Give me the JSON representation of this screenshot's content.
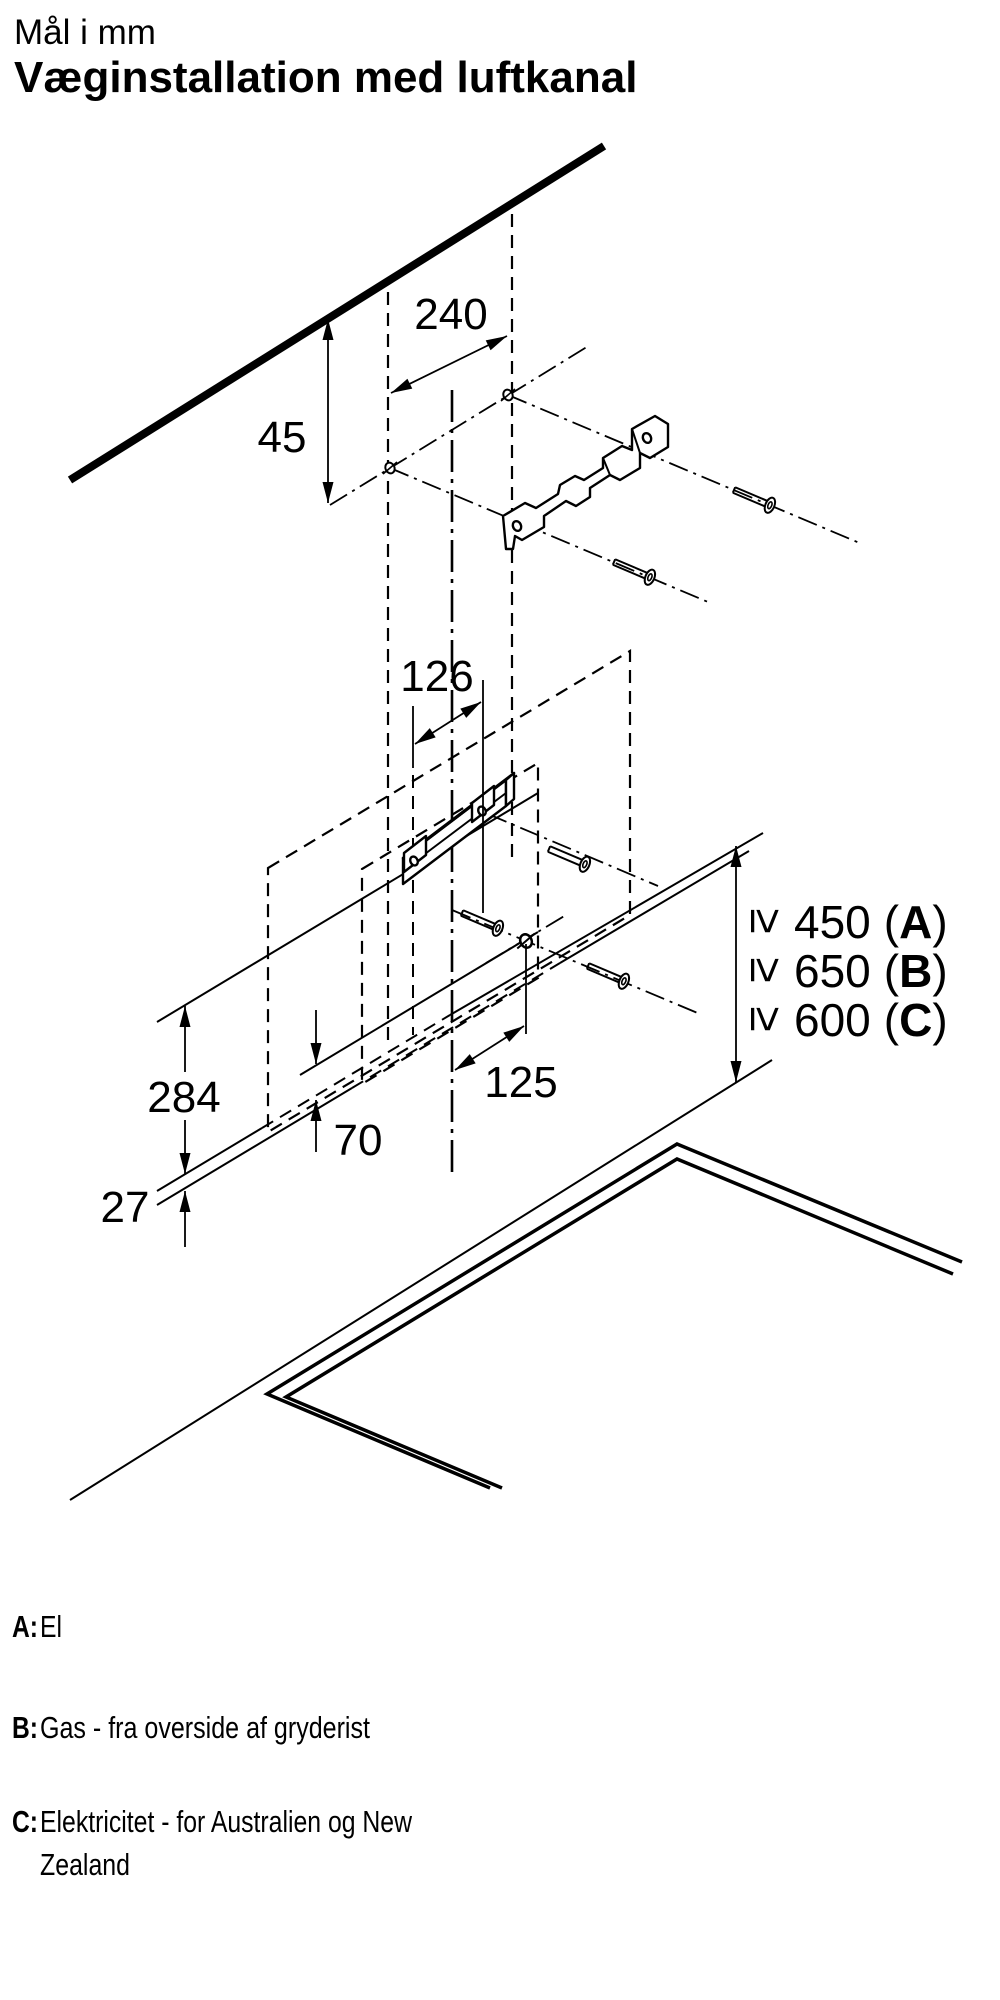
{
  "title": {
    "units_note": "Mål i mm",
    "heading": "Væginstallation med luftkanal"
  },
  "diagram": {
    "dimensions": {
      "top_hole_spacing": "240",
      "ceiling_offset": "45",
      "bracket_hole_spacing": "126",
      "duct_center_offset": "125",
      "lower_body_height": "284",
      "filter_offset": "70",
      "panel_edge_thickness": "27"
    },
    "clearances": [
      {
        "relation": "≥",
        "value": "450",
        "bracket_open": "(",
        "label": "A",
        "bracket_close": ")"
      },
      {
        "relation": "≥",
        "value": "650",
        "bracket_open": "(",
        "label": "B",
        "bracket_close": ")"
      },
      {
        "relation": "≥",
        "value": "600",
        "bracket_open": "(",
        "label": "C",
        "bracket_close": ")"
      }
    ]
  },
  "legend": {
    "items": [
      {
        "key": "A:",
        "text": "El"
      },
      {
        "key": "B:",
        "text": "Gas - fra overside af gryderist"
      },
      {
        "key": "C:",
        "text": "Elektricitet - for Australien og New",
        "text_line2": "Zealand"
      }
    ]
  }
}
